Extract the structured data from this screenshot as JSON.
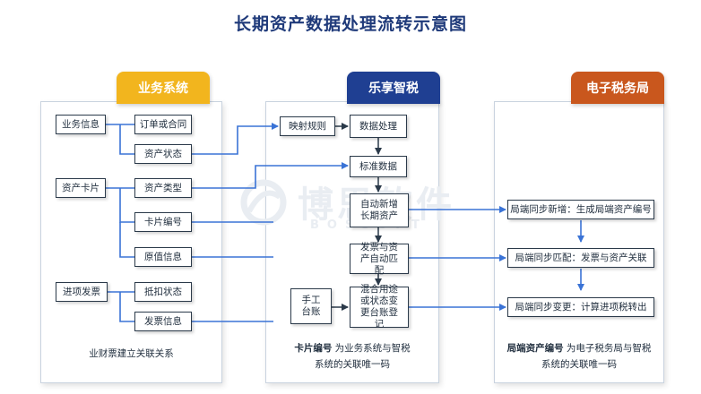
{
  "title": "长期资产数据处理流转示意图",
  "colors": {
    "accent_yellow": "#f2b51e",
    "accent_blue": "#1f3f92",
    "accent_orange": "#c9571d",
    "connector_blue": "#3a73d6"
  },
  "watermark": {
    "main": "博思软件",
    "sub": "BOSSOFT"
  },
  "panels": {
    "business": {
      "tab": "业务系统",
      "left_boxes": [
        "业务信息",
        "资产卡片",
        "进项发票"
      ],
      "right_boxes": [
        "订单或合同",
        "资产状态",
        "资产类型",
        "卡片编号",
        "原值信息",
        "抵扣状态",
        "发票信息"
      ],
      "note": "业财票建立关联关系"
    },
    "lexiang": {
      "tab": "乐享智税",
      "mapping_rule": "映射规则",
      "data_processing": "数据处理",
      "standard_data": "标准数据",
      "auto_add": "自动新增长期资产",
      "auto_match": "发票与资产自动匹配",
      "manual_ledger": "手工台账",
      "mixed_use": "混合用途或状态变更台账登记",
      "note_key": "卡片编号",
      "note_rest": " 为业务系统与智税系统的关联唯一码"
    },
    "tax_bureau": {
      "tab": "电子税务局",
      "sync_add": "局端同步新增：生成局端资产编号",
      "sync_match": "局端同步匹配：发票与资产关联",
      "sync_change": "局端同步变更：计算进项税转出",
      "note_key": "局端资产编号",
      "note_rest": " 为电子税务局与智税系统的关联唯一码"
    }
  }
}
